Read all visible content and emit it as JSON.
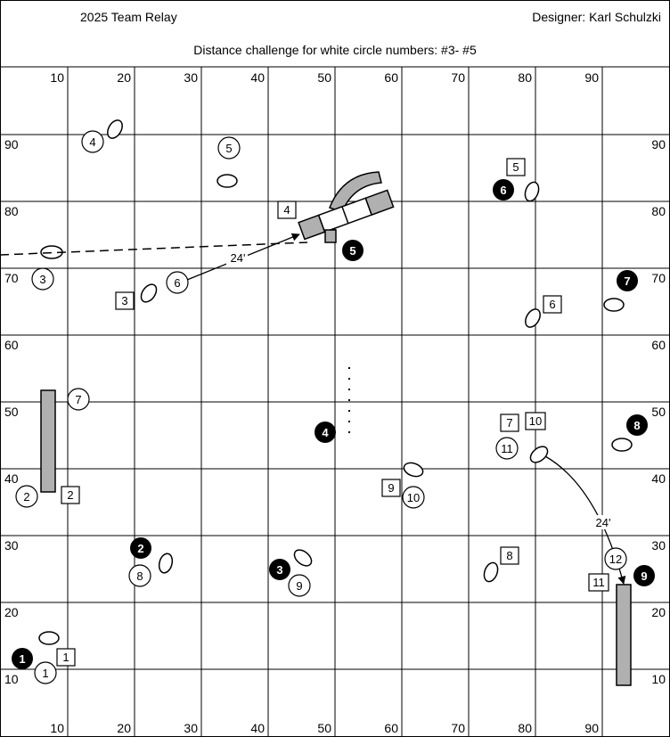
{
  "header": {
    "title": "2025 Team Relay",
    "designer": "Designer: Karl Schulzki",
    "subtitle": "Distance challenge for white circle numbers: #3- #5"
  },
  "grid": {
    "x_labels": [
      "10",
      "20",
      "30",
      "40",
      "50",
      "60",
      "70",
      "80",
      "90"
    ],
    "y_labels": [
      "90",
      "80",
      "70",
      "60",
      "50",
      "40",
      "30",
      "20",
      "10"
    ]
  },
  "black_numbers": [
    "1",
    "2",
    "3",
    "4",
    "5",
    "6",
    "7",
    "8",
    "9"
  ],
  "white_numbers": [
    "1",
    "2",
    "3",
    "4",
    "5",
    "6",
    "7",
    "8",
    "9",
    "10",
    "11",
    "12"
  ],
  "square_numbers": [
    "1",
    "2",
    "3",
    "4",
    "5",
    "6",
    "7",
    "8",
    "9",
    "10",
    "11"
  ],
  "distances": [
    "24'",
    "24'"
  ]
}
